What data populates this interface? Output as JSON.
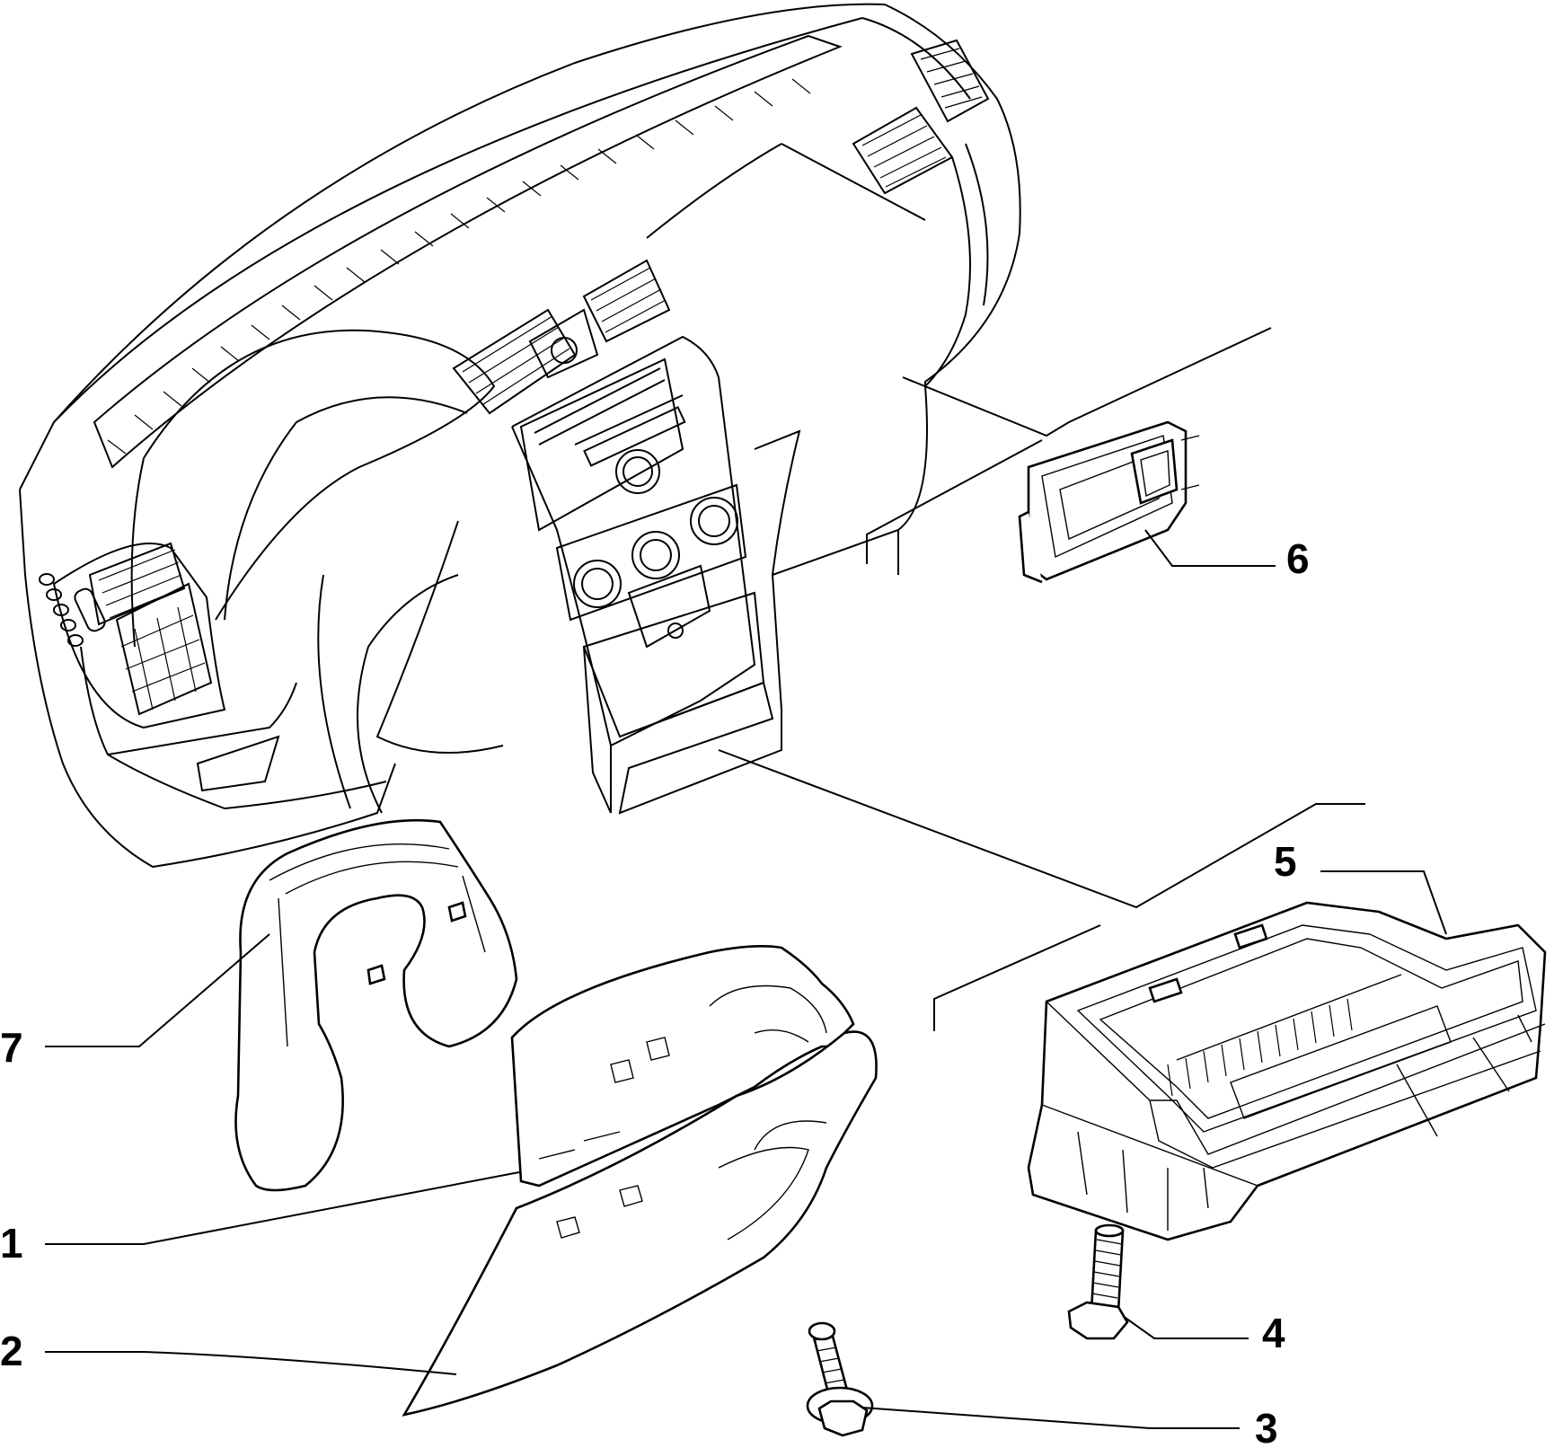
{
  "diagram": {
    "callouts": [
      {
        "id": "7",
        "label": "7"
      },
      {
        "id": "1",
        "label": "1"
      },
      {
        "id": "2",
        "label": "2"
      },
      {
        "id": "3",
        "label": "3"
      },
      {
        "id": "4",
        "label": "4"
      },
      {
        "id": "5",
        "label": "5"
      },
      {
        "id": "6",
        "label": "6"
      }
    ],
    "colors": {
      "ink": "#000000",
      "background": "#ffffff"
    }
  }
}
